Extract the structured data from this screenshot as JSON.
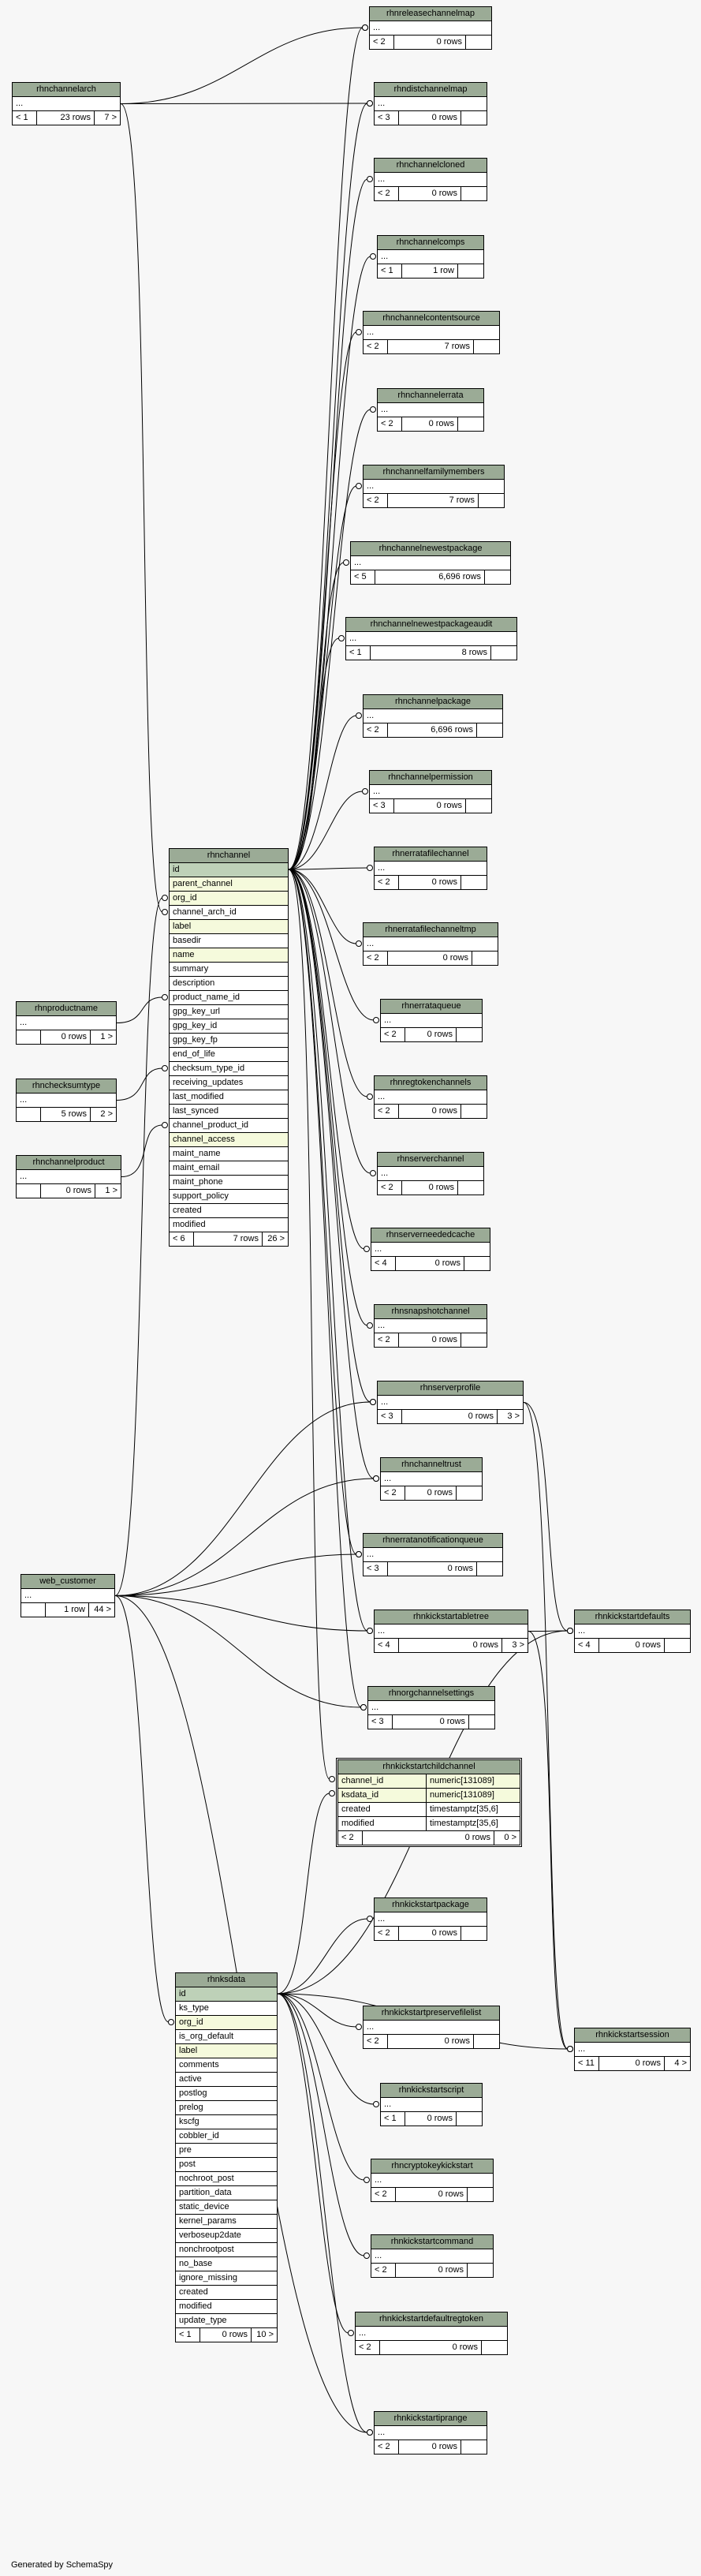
{
  "footer": "Generated by SchemaSpy",
  "ellipsis": "...",
  "tables": [
    {
      "id": "rhnreleasechannelmap",
      "name": "rhnreleasechannelmap",
      "rows": "0 rows",
      "children": "",
      "parents": "< 2",
      "cols": []
    },
    {
      "id": "rhnchannelarch",
      "name": "rhnchannelarch",
      "rows": "23 rows",
      "children": "7 >",
      "parents": "< 1",
      "cols": []
    },
    {
      "id": "rhndistchannelmap",
      "name": "rhndistchannelmap",
      "rows": "0 rows",
      "children": "",
      "parents": "< 3",
      "cols": []
    },
    {
      "id": "rhnchannelcloned",
      "name": "rhnchannelcloned",
      "rows": "0 rows",
      "children": "",
      "parents": "< 2",
      "cols": []
    },
    {
      "id": "rhnchannelcomps",
      "name": "rhnchannelcomps",
      "rows": "1 row",
      "children": "",
      "parents": "< 1",
      "cols": []
    },
    {
      "id": "rhnchannelcontentsource",
      "name": "rhnchannelcontentsource",
      "rows": "7 rows",
      "children": "",
      "parents": "< 2",
      "cols": []
    },
    {
      "id": "rhnchannelerrata",
      "name": "rhnchannelerrata",
      "rows": "0 rows",
      "children": "",
      "parents": "< 2",
      "cols": []
    },
    {
      "id": "rhnchannelfamilymembers",
      "name": "rhnchannelfamilymembers",
      "rows": "7 rows",
      "children": "",
      "parents": "< 2",
      "cols": []
    },
    {
      "id": "rhnchannelnewestpackage",
      "name": "rhnchannelnewestpackage",
      "rows": "6,696 rows",
      "children": "",
      "parents": "< 5",
      "cols": []
    },
    {
      "id": "rhnchannelnewestpackageaudit",
      "name": "rhnchannelnewestpackageaudit",
      "rows": "8 rows",
      "children": "",
      "parents": "< 1",
      "cols": []
    },
    {
      "id": "rhnchannelpackage",
      "name": "rhnchannelpackage",
      "rows": "6,696 rows",
      "children": "",
      "parents": "< 2",
      "cols": []
    },
    {
      "id": "rhnchannelpermission",
      "name": "rhnchannelpermission",
      "rows": "0 rows",
      "children": "",
      "parents": "< 3",
      "cols": []
    },
    {
      "id": "rhnerratafilechannel",
      "name": "rhnerratafilechannel",
      "rows": "0 rows",
      "children": "",
      "parents": "< 2",
      "cols": []
    },
    {
      "id": "rhnerratafilechanneltmp",
      "name": "rhnerratafilechanneltmp",
      "rows": "0 rows",
      "children": "",
      "parents": "< 2",
      "cols": []
    },
    {
      "id": "rhnerrataqueue",
      "name": "rhnerrataqueue",
      "rows": "0 rows",
      "children": "",
      "parents": "< 2",
      "cols": []
    },
    {
      "id": "rhnregtokenchannels",
      "name": "rhnregtokenchannels",
      "rows": "0 rows",
      "children": "",
      "parents": "< 2",
      "cols": []
    },
    {
      "id": "rhnserverchannel",
      "name": "rhnserverchannel",
      "rows": "0 rows",
      "children": "",
      "parents": "< 2",
      "cols": []
    },
    {
      "id": "rhnserverneededcache",
      "name": "rhnserverneededcache",
      "rows": "0 rows",
      "children": "",
      "parents": "< 4",
      "cols": []
    },
    {
      "id": "rhnsnapshotchannel",
      "name": "rhnsnapshotchannel",
      "rows": "0 rows",
      "children": "",
      "parents": "< 2",
      "cols": []
    },
    {
      "id": "rhnserverprofile",
      "name": "rhnserverprofile",
      "rows": "0 rows",
      "children": "3 >",
      "parents": "< 3",
      "cols": []
    },
    {
      "id": "rhnchanneltrust",
      "name": "rhnchanneltrust",
      "rows": "0 rows",
      "children": "",
      "parents": "< 2",
      "cols": []
    },
    {
      "id": "rhnerratanotificationqueue",
      "name": "rhnerratanotificationqueue",
      "rows": "0 rows",
      "children": "",
      "parents": "< 3",
      "cols": []
    },
    {
      "id": "rhnkickstartabletree",
      "name": "rhnkickstartabletree",
      "rows": "0 rows",
      "children": "3 >",
      "parents": "< 4",
      "cols": []
    },
    {
      "id": "rhnkickstartdefaults",
      "name": "rhnkickstartdefaults",
      "rows": "0 rows",
      "children": "",
      "parents": "< 4",
      "cols": []
    },
    {
      "id": "rhnorgchannelsettings",
      "name": "rhnorgchannelsettings",
      "rows": "0 rows",
      "children": "",
      "parents": "< 3",
      "cols": []
    },
    {
      "id": "rhnproductname",
      "name": "rhnproductname",
      "rows": "0 rows",
      "children": "1 >",
      "parents": "",
      "cols": []
    },
    {
      "id": "rhnchecksumtype",
      "name": "rhnchecksumtype",
      "rows": "5 rows",
      "children": "2 >",
      "parents": "",
      "cols": []
    },
    {
      "id": "rhnchannelproduct",
      "name": "rhnchannelproduct",
      "rows": "0 rows",
      "children": "1 >",
      "parents": "",
      "cols": []
    },
    {
      "id": "web_customer",
      "name": "web_customer",
      "rows": "1 row",
      "children": "44 >",
      "parents": "",
      "cols": []
    },
    {
      "id": "rhnchannel",
      "name": "rhnchannel",
      "rows": "7 rows",
      "children": "26 >",
      "parents": "< 6",
      "cols": [
        {
          "name": "id",
          "kind": "key"
        },
        {
          "name": "parent_channel",
          "kind": "idx"
        },
        {
          "name": "org_id",
          "kind": "idx"
        },
        {
          "name": "channel_arch_id",
          "kind": ""
        },
        {
          "name": "label",
          "kind": "idx"
        },
        {
          "name": "basedir",
          "kind": ""
        },
        {
          "name": "name",
          "kind": "idx"
        },
        {
          "name": "summary",
          "kind": ""
        },
        {
          "name": "description",
          "kind": ""
        },
        {
          "name": "product_name_id",
          "kind": ""
        },
        {
          "name": "gpg_key_url",
          "kind": ""
        },
        {
          "name": "gpg_key_id",
          "kind": ""
        },
        {
          "name": "gpg_key_fp",
          "kind": ""
        },
        {
          "name": "end_of_life",
          "kind": ""
        },
        {
          "name": "checksum_type_id",
          "kind": ""
        },
        {
          "name": "receiving_updates",
          "kind": ""
        },
        {
          "name": "last_modified",
          "kind": ""
        },
        {
          "name": "last_synced",
          "kind": ""
        },
        {
          "name": "channel_product_id",
          "kind": ""
        },
        {
          "name": "channel_access",
          "kind": "idx"
        },
        {
          "name": "maint_name",
          "kind": ""
        },
        {
          "name": "maint_email",
          "kind": ""
        },
        {
          "name": "maint_phone",
          "kind": ""
        },
        {
          "name": "support_policy",
          "kind": ""
        },
        {
          "name": "created",
          "kind": ""
        },
        {
          "name": "modified",
          "kind": ""
        }
      ]
    },
    {
      "id": "rhnkickstartchildchannel",
      "name": "rhnkickstartchildchannel",
      "rows": "0 rows",
      "children": "0 >",
      "parents": "< 2",
      "cols": [
        {
          "name": "channel_id",
          "type": "numeric[131089]",
          "kind": "idx"
        },
        {
          "name": "ksdata_id",
          "type": "numeric[131089]",
          "kind": "idx"
        },
        {
          "name": "created",
          "type": "timestamptz[35,6]",
          "kind": ""
        },
        {
          "name": "modified",
          "type": "timestamptz[35,6]",
          "kind": ""
        }
      ]
    },
    {
      "id": "rhnkickstartpackage",
      "name": "rhnkickstartpackage",
      "rows": "0 rows",
      "children": "",
      "parents": "< 2",
      "cols": []
    },
    {
      "id": "rhnksdata",
      "name": "rhnksdata",
      "rows": "0 rows",
      "children": "10 >",
      "parents": "< 1",
      "cols": [
        {
          "name": "id",
          "kind": "key"
        },
        {
          "name": "ks_type",
          "kind": ""
        },
        {
          "name": "org_id",
          "kind": "idx"
        },
        {
          "name": "is_org_default",
          "kind": ""
        },
        {
          "name": "label",
          "kind": "idx"
        },
        {
          "name": "comments",
          "kind": ""
        },
        {
          "name": "active",
          "kind": ""
        },
        {
          "name": "postlog",
          "kind": ""
        },
        {
          "name": "prelog",
          "kind": ""
        },
        {
          "name": "kscfg",
          "kind": ""
        },
        {
          "name": "cobbler_id",
          "kind": ""
        },
        {
          "name": "pre",
          "kind": ""
        },
        {
          "name": "post",
          "kind": ""
        },
        {
          "name": "nochroot_post",
          "kind": ""
        },
        {
          "name": "partition_data",
          "kind": ""
        },
        {
          "name": "static_device",
          "kind": ""
        },
        {
          "name": "kernel_params",
          "kind": ""
        },
        {
          "name": "verboseup2date",
          "kind": ""
        },
        {
          "name": "nonchrootpost",
          "kind": ""
        },
        {
          "name": "no_base",
          "kind": ""
        },
        {
          "name": "ignore_missing",
          "kind": ""
        },
        {
          "name": "created",
          "kind": ""
        },
        {
          "name": "modified",
          "kind": ""
        },
        {
          "name": "update_type",
          "kind": ""
        }
      ]
    },
    {
      "id": "rhnkickstartpreservefilelist",
      "name": "rhnkickstartpreservefilelist",
      "rows": "0 rows",
      "children": "",
      "parents": "< 2",
      "cols": []
    },
    {
      "id": "rhnkickstartsession",
      "name": "rhnkickstartsession",
      "rows": "0 rows",
      "children": "4 >",
      "parents": "< 11",
      "cols": []
    },
    {
      "id": "rhnkickstartscript",
      "name": "rhnkickstartscript",
      "rows": "0 rows",
      "children": "",
      "parents": "< 1",
      "cols": []
    },
    {
      "id": "rhncryptokeykickstart",
      "name": "rhncryptokeykickstart",
      "rows": "0 rows",
      "children": "",
      "parents": "< 2",
      "cols": []
    },
    {
      "id": "rhnkickstartcommand",
      "name": "rhnkickstartcommand",
      "rows": "0 rows",
      "children": "",
      "parents": "< 2",
      "cols": []
    },
    {
      "id": "rhnkickstartdefaultregtoken",
      "name": "rhnkickstartdefaultregtoken",
      "rows": "0 rows",
      "children": "",
      "parents": "< 2",
      "cols": []
    },
    {
      "id": "rhnkickstartiprange",
      "name": "rhnkickstartiprange",
      "rows": "0 rows",
      "children": "",
      "parents": "< 2",
      "cols": []
    }
  ]
}
